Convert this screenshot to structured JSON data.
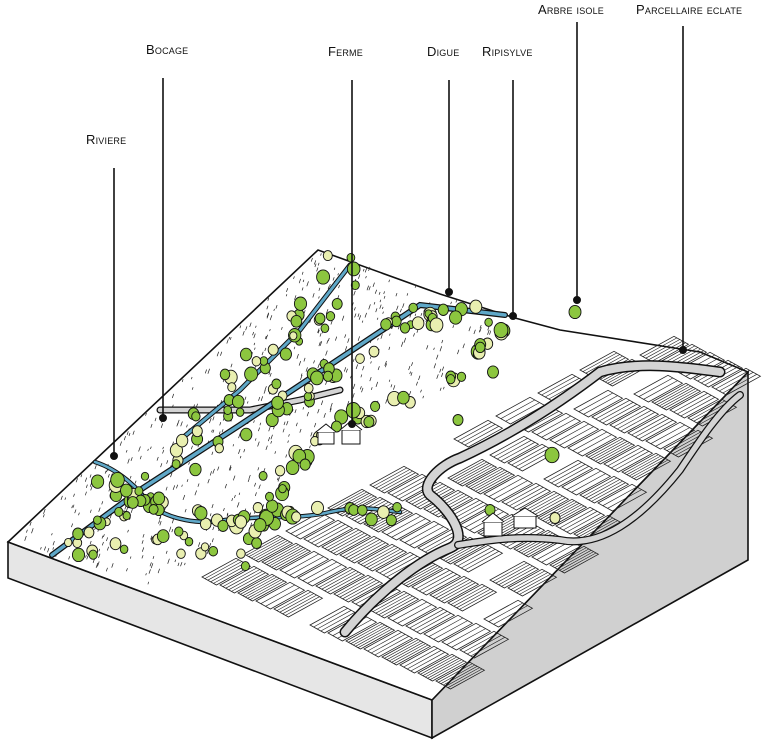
{
  "labels": {
    "riviere": "Riviere",
    "bocage": "Bocage",
    "ferme": "Ferme",
    "digue": "Digue",
    "ripisylve": "Ripisylve",
    "arbre_isole": "Arbre isole",
    "parcellaire_eclate": "Parcellaire eclate"
  },
  "colors": {
    "river": "#5fa8c8",
    "tree_green": "#8cc63f",
    "tree_pale": "#e9efb0",
    "road": "#cfcfcf",
    "block_side": "#d9d9d9",
    "ink": "#111111"
  }
}
